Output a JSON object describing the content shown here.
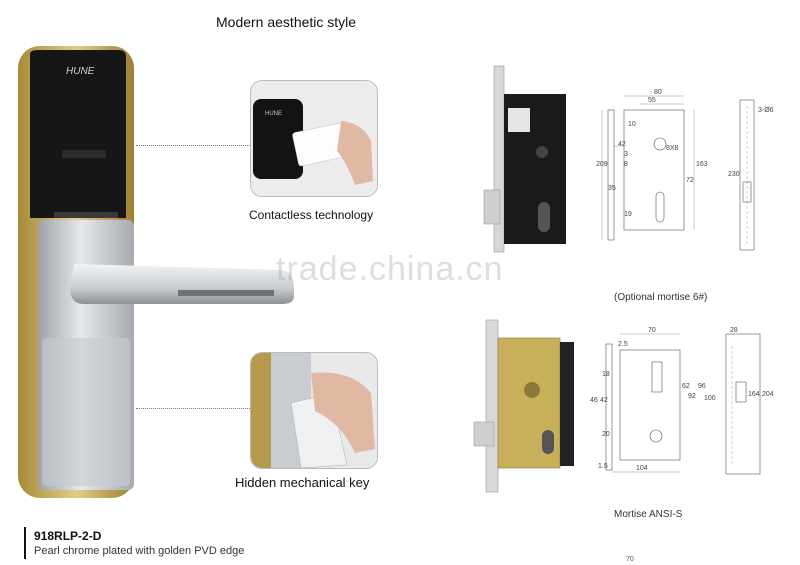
{
  "headline": "Modern aesthetic style",
  "brand_logo": "HUNE",
  "features": [
    {
      "label": "Contactless technology"
    },
    {
      "label": "Hidden mechanical key"
    }
  ],
  "watermark": "trade.china.cn",
  "model": {
    "code": "918RLP-2-D",
    "description": "Pearl chrome plated with golden PVD edge"
  },
  "mortise_top": {
    "caption": "(Optional mortise 6#)",
    "dimensions": [
      "80",
      "55",
      "10",
      "42",
      "3",
      "8",
      "209",
      "35",
      "19",
      "8X8",
      "72",
      "163",
      "230",
      "3-Ø6"
    ]
  },
  "mortise_bottom": {
    "caption": "Mortise ANSI-S",
    "dimensions": [
      "70",
      "2.5",
      "18",
      "46",
      "42",
      "62",
      "96",
      "92",
      "100",
      "20",
      "1.5",
      "104",
      "28",
      "164",
      "204"
    ]
  },
  "page_number": "70"
}
